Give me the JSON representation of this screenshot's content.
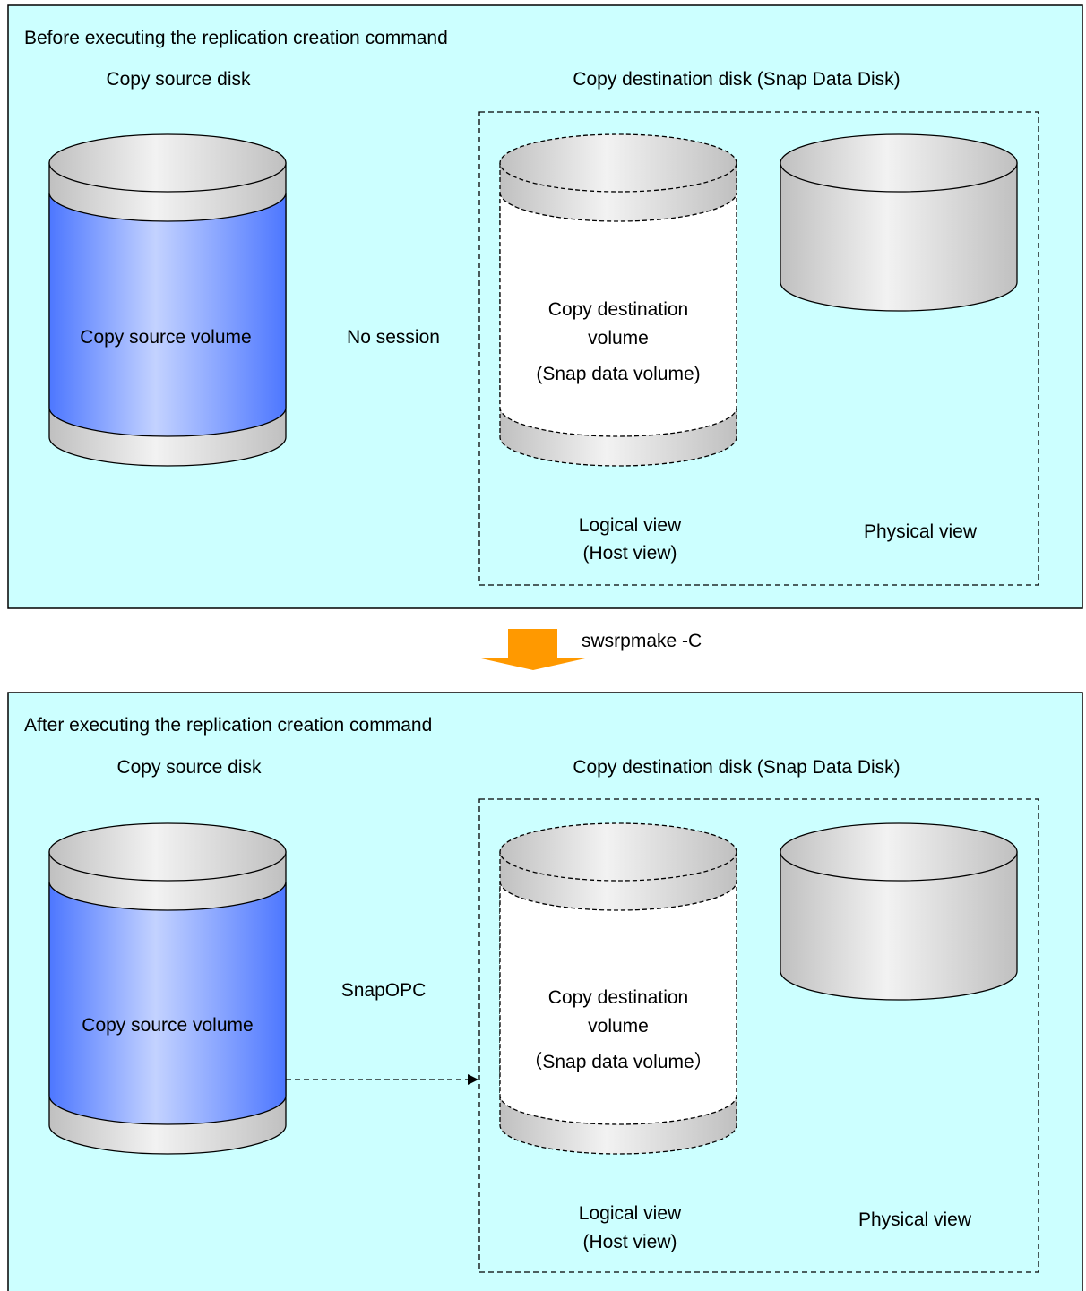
{
  "colors": {
    "panel_fill": "#ccffff",
    "volume_blue": "#4d77ff",
    "volume_blue_highlight": "#c3d2ff",
    "disk_gray": "#c0c0c0",
    "disk_gray_highlight": "#f2f2f2",
    "arrow_orange": "#ff9900"
  },
  "before": {
    "title": "Before executing the replication creation command",
    "source_disk_label": "Copy source disk",
    "dest_disk_label": "Copy destination disk (Snap Data Disk)",
    "source_volume_label": "Copy source volume",
    "session_label": "No session",
    "dest_volume_line1": "Copy destination",
    "dest_volume_line2": "volume",
    "dest_volume_line3": "(Snap data volume)",
    "logical_view_line1": "Logical view",
    "logical_view_line2": "(Host view)",
    "physical_view": "Physical view"
  },
  "transition": {
    "command": "swsrpmake -C"
  },
  "after": {
    "title": "After executing the replication creation command",
    "source_disk_label": "Copy source disk",
    "dest_disk_label": "Copy destination disk (Snap Data Disk)",
    "source_volume_label": "Copy source volume",
    "session_label": "SnapOPC",
    "dest_volume_line1": "Copy destination",
    "dest_volume_line2": "volume",
    "dest_volume_line3": "（Snap data volume）",
    "logical_view_line1": "Logical view",
    "logical_view_line2": "(Host view)",
    "physical_view": "Physical view"
  }
}
